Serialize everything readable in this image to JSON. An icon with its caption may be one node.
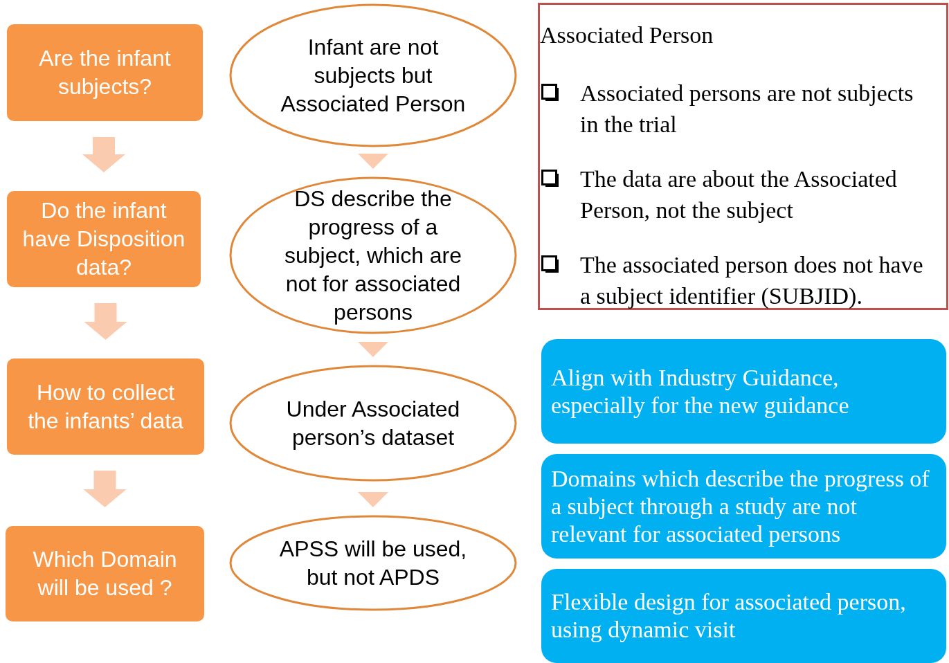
{
  "diagram": {
    "nodes": [
      {
        "text": [
          "Are the infant subjects?"
        ]
      },
      {
        "text": [
          "Do the infant have Disposition data?"
        ]
      },
      {
        "text": [
          "How to collect the infants’ data"
        ]
      },
      {
        "text": [
          "Which Domain will be used ?"
        ]
      },
      {
        "text": [
          "Infant are not subjects but Associated Person"
        ]
      },
      {
        "text": [
          "DS describe the progress of a subject, which are not for associated persons"
        ]
      },
      {
        "text": [
          "Under Associated person’s dataset"
        ]
      },
      {
        "text": [
          "APSS will be used, but not APDS"
        ]
      },
      {
        "text": [
          "Associated Person",
          "Associated persons are not subjects in the trial",
          "The data are about the Associated Person, not the subject",
          "The associated person does not have a subject identifier (SUBJID)."
        ]
      },
      {
        "text": [
          "Align with Industry Guidance, especially for the new guidance"
        ]
      },
      {
        "text": [
          "Domains which describe the progress of a subject through a study are not relevant for associated persons"
        ]
      },
      {
        "text": [
          "Flexible design for associated person, using dynamic visit"
        ]
      }
    ],
    "edges": [
      {
        "from": 0,
        "to": 1,
        "arrow": "to",
        "style": "thick"
      },
      {
        "from": 1,
        "to": 2,
        "arrow": "to",
        "style": "thick"
      },
      {
        "from": 2,
        "to": 3,
        "arrow": "to",
        "style": "thick"
      },
      {
        "from": 4,
        "to": 5,
        "arrow": "to"
      },
      {
        "from": 5,
        "to": 6,
        "arrow": "to"
      },
      {
        "from": 6,
        "to": 7,
        "arrow": "to"
      }
    ]
  }
}
